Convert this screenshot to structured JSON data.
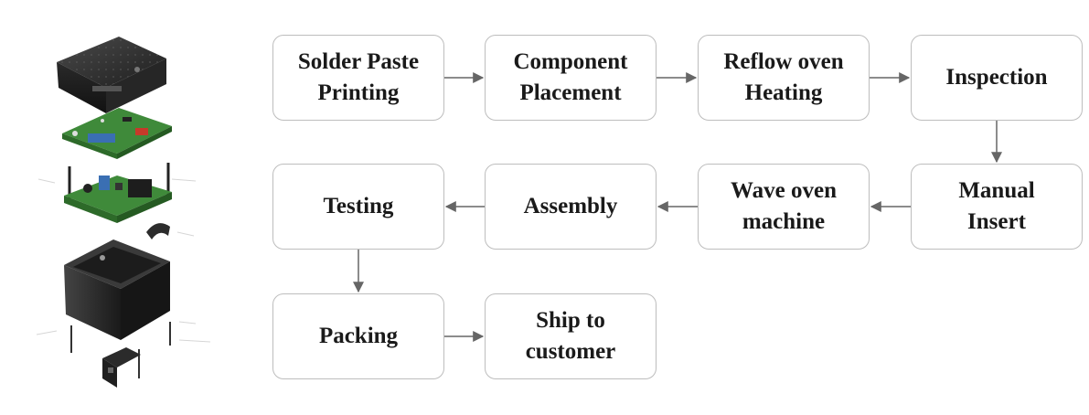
{
  "process_flow": {
    "steps": [
      {
        "id": "solder-paste-printing",
        "label": "Solder Paste\nPrinting"
      },
      {
        "id": "component-placement",
        "label": "Component\nPlacement"
      },
      {
        "id": "reflow-oven-heating",
        "label": "Reflow oven\nHeating"
      },
      {
        "id": "inspection",
        "label": "Inspection"
      },
      {
        "id": "manual-insert",
        "label": "Manual\nInsert"
      },
      {
        "id": "wave-oven-machine",
        "label": "Wave oven\nmachine"
      },
      {
        "id": "assembly",
        "label": "Assembly"
      },
      {
        "id": "testing",
        "label": "Testing"
      },
      {
        "id": "packing",
        "label": "Packing"
      },
      {
        "id": "ship-to-customer",
        "label": "Ship to\ncustomer"
      }
    ],
    "connections": [
      [
        "solder-paste-printing",
        "component-placement"
      ],
      [
        "component-placement",
        "reflow-oven-heating"
      ],
      [
        "reflow-oven-heating",
        "inspection"
      ],
      [
        "inspection",
        "manual-insert"
      ],
      [
        "manual-insert",
        "wave-oven-machine"
      ],
      [
        "wave-oven-machine",
        "assembly"
      ],
      [
        "assembly",
        "testing"
      ],
      [
        "testing",
        "packing"
      ],
      [
        "packing",
        "ship-to-customer"
      ]
    ]
  },
  "colors": {
    "box_border": "#bdbdbd",
    "arrow": "#666666",
    "text": "#1a1a1a",
    "housing": "#2b2b2b",
    "pcb": "#3f8a3a"
  },
  "illustration": {
    "name": "exploded-device-assembly-illustration"
  }
}
